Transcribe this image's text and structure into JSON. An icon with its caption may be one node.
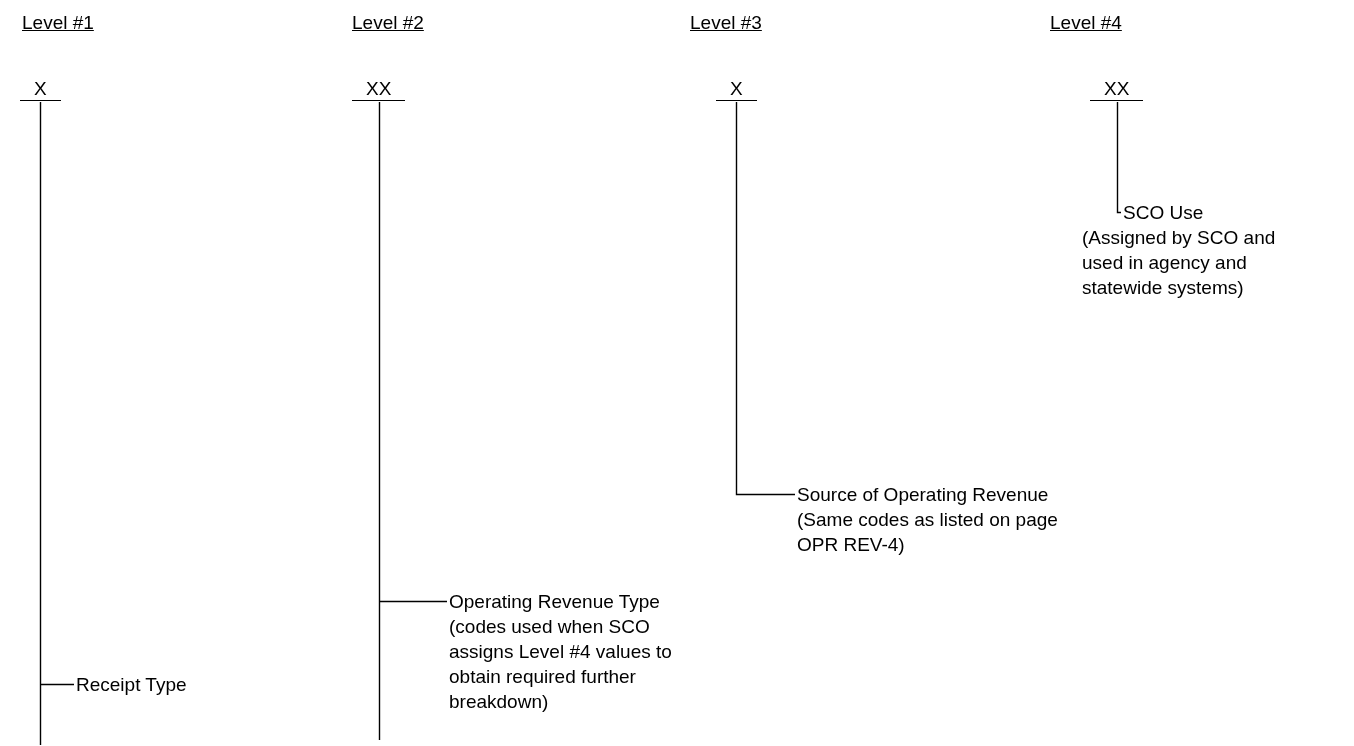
{
  "diagram": {
    "nodes": [
      {
        "text": [
          "X"
        ]
      },
      {
        "text": [
          "XX"
        ]
      },
      {
        "text": [
          "X"
        ]
      },
      {
        "text": [
          "XX"
        ]
      },
      {
        "text": [
          "SCO Use",
          "(Assigned by SCO and used in agency and statewide systems)"
        ]
      },
      {
        "text": [
          "Source of Operating Revenue",
          "(Same codes as listed on page OPR REV-4)"
        ]
      },
      {
        "text": [
          "Operating Revenue Type",
          "(codes used when SCO assigns Level #4 values to obtain required further breakdown)"
        ]
      },
      {
        "text": [
          "Receipt Type"
        ]
      }
    ],
    "edges": [
      {
        "from": 3,
        "to": 4,
        "arrow": "none"
      },
      {
        "from": 2,
        "to": 5,
        "arrow": "none"
      },
      {
        "from": 1,
        "to": 6,
        "arrow": "none"
      },
      {
        "from": 0,
        "to": 7,
        "arrow": "none"
      }
    ],
    "labels": [
      "Level #1",
      "Level #2",
      "Level #3",
      "Level #4"
    ]
  }
}
